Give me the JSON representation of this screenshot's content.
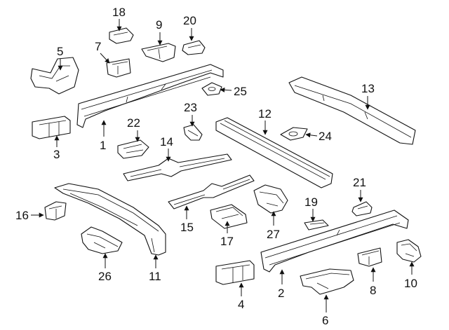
{
  "diagram": {
    "callouts": {
      "c1": "1",
      "c2": "2",
      "c3": "3",
      "c4": "4",
      "c5": "5",
      "c6": "6",
      "c7": "7",
      "c8": "8",
      "c9": "9",
      "c10": "10",
      "c11": "11",
      "c12": "12",
      "c13": "13",
      "c14": "14",
      "c15": "15",
      "c16": "16",
      "c17": "17",
      "c18": "18",
      "c19": "19",
      "c20": "20",
      "c21": "21",
      "c22": "22",
      "c23": "23",
      "c24": "24",
      "c25": "25",
      "c26": "26",
      "c27": "27"
    },
    "colors": {
      "line": "#111111",
      "background": "#ffffff"
    }
  }
}
